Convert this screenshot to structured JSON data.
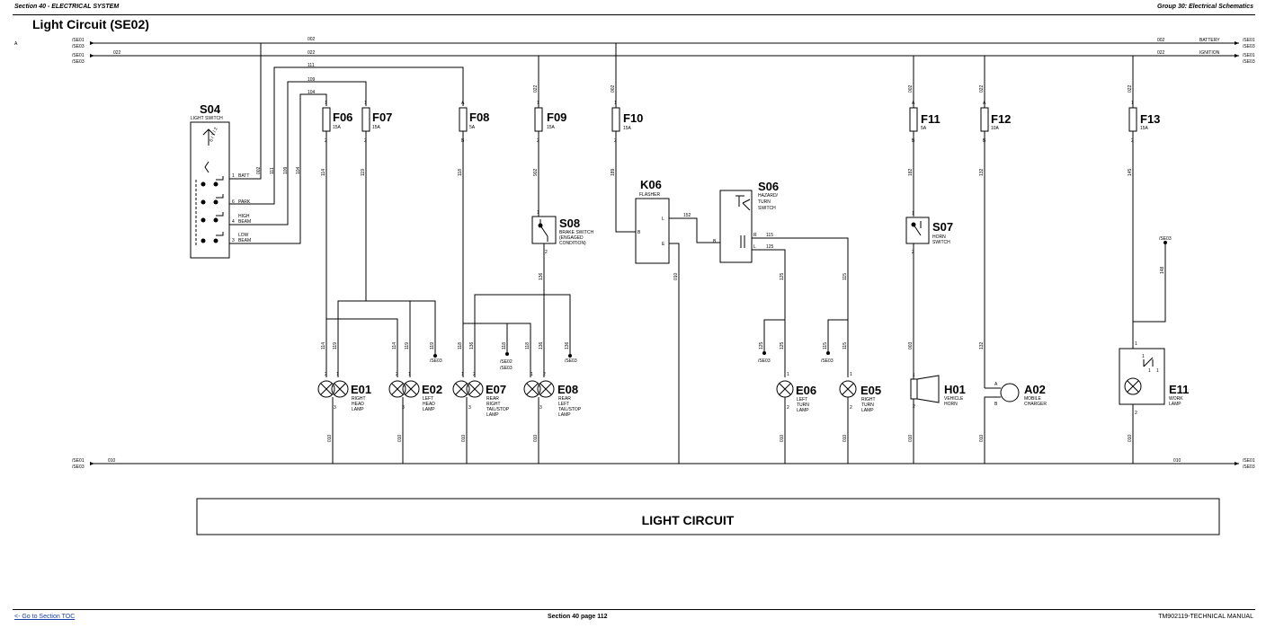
{
  "header": {
    "left": "Section 40 - ELECTRICAL SYSTEM",
    "right": "Group 30: Electrical Schematics"
  },
  "title": "Light Circuit (SE02)",
  "footer": {
    "left": "<- Go to Section TOC",
    "center": "Section 40 page 112",
    "right": "TM902119-TECHNICAL MANUAL"
  },
  "banner": "LIGHT CIRCUIT",
  "grid_ref": "A",
  "refs": {
    "se01": "/SE01",
    "se03": "/SE03",
    "se02": "/SE02"
  },
  "buses": {
    "battery": "BATTERY",
    "ignition": "IGNITION",
    "w002": "002",
    "w022": "022",
    "w010": "010"
  },
  "wires": {
    "w111": "111",
    "w109": "109",
    "w104": "104",
    "w114": "114",
    "w119": "119",
    "w118": "118",
    "w136": "136",
    "w902": "902",
    "w189": "189",
    "w152": "152",
    "w115": "115",
    "w125": "125",
    "w182": "182",
    "w003": "003",
    "w132": "132",
    "w145": "145",
    "w148": "148"
  },
  "pins": {
    "a": "A",
    "b": "B",
    "p1": "1",
    "p2": "2",
    "p3": "3",
    "p4": "4",
    "p6": "6",
    "l": "L",
    "e": "E",
    "r": "R"
  },
  "switch_positions": {
    "batt": "BATT",
    "park": "PARK",
    "high": "HIGH",
    "beam": "BEAM",
    "low": "LOW",
    "sym": "0 / 1 / 2"
  },
  "components": {
    "S04": {
      "id": "S04",
      "desc": "LIGHT SWITCH"
    },
    "F06": {
      "id": "F06",
      "rating": "15A"
    },
    "F07": {
      "id": "F07",
      "rating": "15A"
    },
    "F08": {
      "id": "F08",
      "rating": "5A"
    },
    "F09": {
      "id": "F09",
      "rating": "15A"
    },
    "F10": {
      "id": "F10",
      "rating": "15A"
    },
    "F11": {
      "id": "F11",
      "rating": "5A"
    },
    "F12": {
      "id": "F12",
      "rating": "10A"
    },
    "F13": {
      "id": "F13",
      "rating": "15A"
    },
    "K06": {
      "id": "K06",
      "desc": "FLASHER"
    },
    "S06": {
      "id": "S06",
      "desc": [
        "HAZARD/",
        "TURN",
        "SWITCH"
      ]
    },
    "S08": {
      "id": "S08",
      "desc": [
        "BRAKE SWITCH",
        "(ENGAGED",
        "CONDITION)"
      ]
    },
    "S07": {
      "id": "S07",
      "desc": [
        "HORN",
        "SWITCH"
      ]
    },
    "E01": {
      "id": "E01",
      "desc": [
        "RIGHT",
        "HEAD",
        "LAMP"
      ]
    },
    "E02": {
      "id": "E02",
      "desc": [
        "LEFT",
        "HEAD",
        "LAMP"
      ]
    },
    "E07": {
      "id": "E07",
      "desc": [
        "REAR",
        "RIGHT",
        "TAIL/STOP",
        "LAMP"
      ]
    },
    "E08": {
      "id": "E08",
      "desc": [
        "REAR",
        "LEFT",
        "TAIL/STOP",
        "LAMP"
      ]
    },
    "E06": {
      "id": "E06",
      "desc": [
        "LEFT",
        "TURN",
        "LAMP"
      ]
    },
    "E05": {
      "id": "E05",
      "desc": [
        "RIGHT",
        "TURN",
        "LAMP"
      ]
    },
    "H01": {
      "id": "H01",
      "desc": [
        "VEHICLE",
        "HORN"
      ]
    },
    "A02": {
      "id": "A02",
      "desc": [
        "MOBILE",
        "CHARGER"
      ]
    },
    "E11": {
      "id": "E11",
      "desc": [
        "WORK",
        "LAMP"
      ]
    }
  }
}
